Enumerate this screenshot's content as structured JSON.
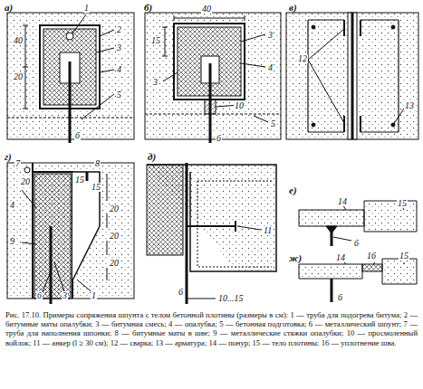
{
  "diagram": {
    "caption": "Рис. 17.10. Примеры сопряжения шпунта с телом бетонной плотины (размеры в см): 1 — труба для подогрева битума; 2 — битумные маты опалубки; 3 — битумная смесь; 4 — опалубка; 5 — бетонная подготовка; 6 — металлический шпунт; 7 — труба для наполнения шпонки; 8 — битумные маты в шве; 9 — металлические стяжки опалубки; 10 — просмоленный войлок; 11 — анкер (l ≥ 30 см); 12 — сварка; 13 — арматура; 14 — понур; 15 — тело плотины; 16 — уплотнение шва.",
    "labels": [
      "а)",
      "1",
      "2",
      "3",
      "40",
      "20",
      "4",
      "5",
      "6",
      "б)",
      "40",
      "15",
      "3",
      "3",
      "4",
      "10",
      "5",
      "6",
      "в)",
      "12",
      "13",
      "г)",
      "7",
      "8",
      "20",
      "15",
      "15",
      "4",
      "20",
      "9",
      "20",
      "20",
      "6",
      "3",
      "1",
      "д)",
      "11",
      "6",
      "10...15",
      "е)",
      "14",
      "15",
      "6",
      "ж)",
      "14",
      "16",
      "15",
      "6"
    ]
  }
}
